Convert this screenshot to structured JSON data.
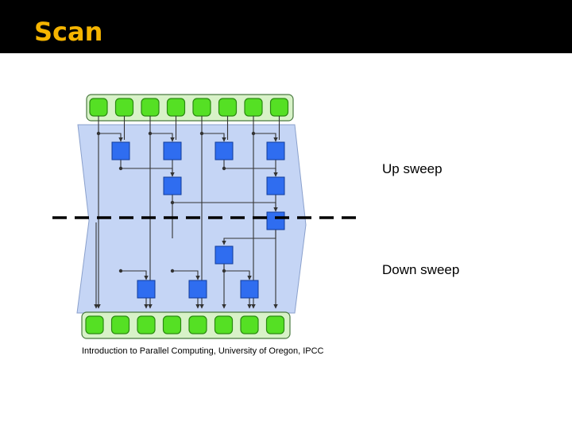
{
  "slide": {
    "title": "Scan",
    "title_color": "#f5b400",
    "up_label": "Up sweep",
    "down_label": "Down sweep",
    "caption": "Introduction to Parallel Computing, University of Oregon, IPCC"
  },
  "diagram": {
    "element_count": 8,
    "colors": {
      "element_fill": "#55e024",
      "element_stroke": "#2a8a10",
      "array_fill": "#d8f2c8",
      "array_stroke": "#4a7a40",
      "band_fill": "#c5d5f5",
      "band_stroke": "#8aa0cc",
      "op_fill": "#2f6df0",
      "op_stroke": "#113c99",
      "wire": "#333333",
      "divider": "#000000"
    }
  }
}
